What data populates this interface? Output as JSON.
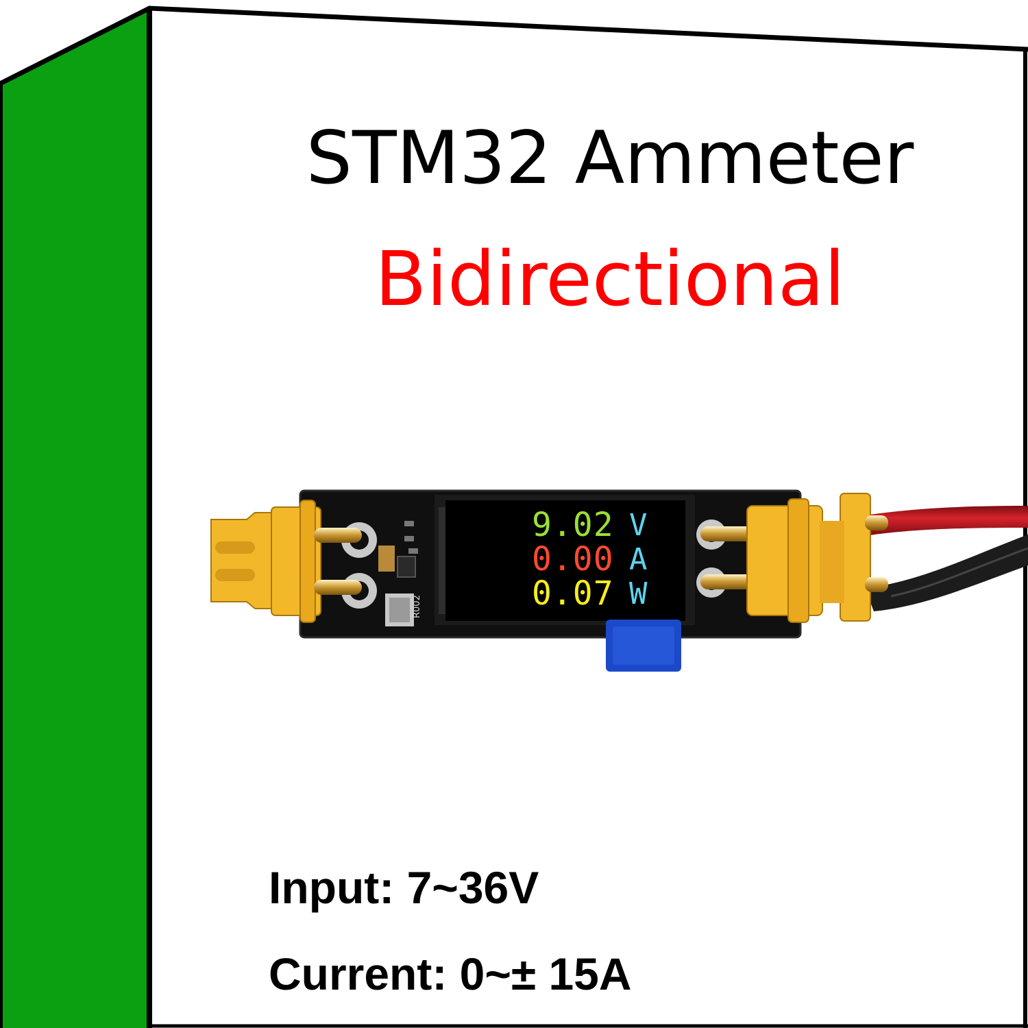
{
  "heading": {
    "title": "STM32 Ammeter",
    "subtitle": "Bidirectional"
  },
  "specs": {
    "input": "Input: 7~36V",
    "current": "Current: 0~± 15A"
  },
  "display": {
    "rows": [
      {
        "value": "9.02",
        "unit": "V",
        "value_color": "#9be034",
        "unit_color": "#5ed3ee"
      },
      {
        "value": "0.00",
        "unit": "A",
        "value_color": "#ff4a2e",
        "unit_color": "#5ed3ee"
      },
      {
        "value": "0.07",
        "unit": "W",
        "value_color": "#f6ee1c",
        "unit_color": "#5ed3ee"
      }
    ]
  },
  "board": {
    "silkscreen": "R002"
  },
  "colors": {
    "accent_bar": "#0aa012",
    "subtitle": "#ff0000",
    "connector": "#f3b82a",
    "pcb": "#101010",
    "button": "#1b49c9"
  },
  "icons": [
    "xt30-connector-left",
    "xt30-connector-right",
    "red-wire",
    "black-wire",
    "lcd-screen",
    "push-button"
  ]
}
